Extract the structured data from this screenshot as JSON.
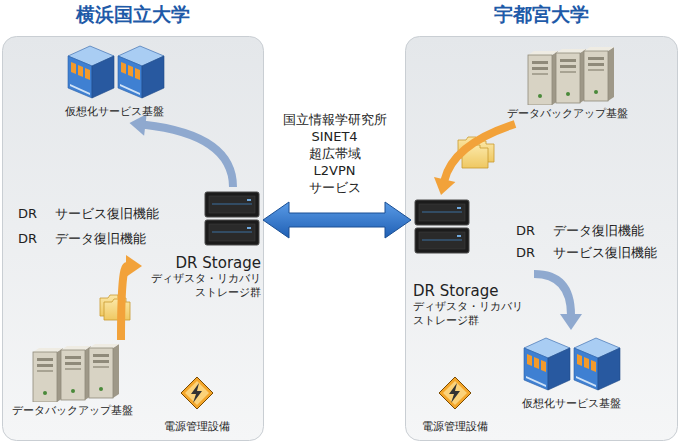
{
  "diagram": {
    "nodes": [
      {
        "text": [
          "横浜国立大学"
        ]
      },
      {
        "text": [
          "仮想化サービス基盤"
        ],
        "in": 0
      },
      {
        "text": [
          "DR Storage",
          "ディザスタ・リカバリ ストレージ群"
        ],
        "in": 0
      },
      {
        "text": [
          "データバックアップ基盤"
        ],
        "in": 0
      },
      {
        "text": [
          "電源管理設備"
        ],
        "in": 0
      },
      {
        "text": [
          "宇都宮大学"
        ]
      },
      {
        "text": [
          "データバックアップ基盤"
        ],
        "in": 5
      },
      {
        "text": [
          "DR Storage",
          "ディザスタ・リカバリ ストレージ群"
        ],
        "in": 5
      },
      {
        "text": [
          "仮想化サービス基盤"
        ],
        "in": 5
      },
      {
        "text": [
          "電源管理設備"
        ],
        "in": 5
      }
    ],
    "edges": [
      {
        "from": 2,
        "to": 7,
        "label": "国立情報学研究所 SINET4 超広帯域 L2VPN サービス",
        "arrow": "both"
      },
      {
        "from": 3,
        "to": 2,
        "arrow": "to"
      },
      {
        "from": 2,
        "to": 1,
        "arrow": "to"
      },
      {
        "from": 6,
        "to": 7,
        "arrow": "to"
      },
      {
        "from": 7,
        "to": 8,
        "arrow": "to"
      }
    ],
    "labels": [
      "DR サービス復旧機能",
      "DR データ復旧機能",
      "DR データ復旧機能",
      "DR サービス復旧機能"
    ]
  }
}
